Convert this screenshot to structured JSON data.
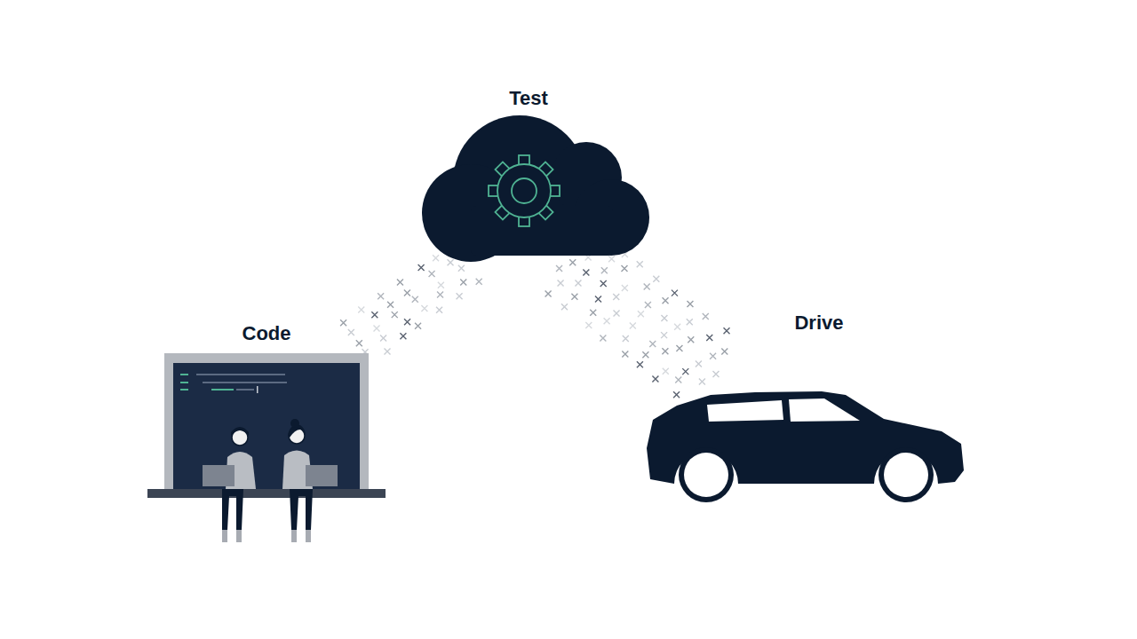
{
  "diagram": {
    "nodes": [
      {
        "text": [
          "Code"
        ]
      },
      {
        "text": [
          "Test"
        ]
      },
      {
        "text": [
          "Drive"
        ]
      }
    ],
    "edges": [
      {
        "from": 0,
        "to": 1,
        "arrow": "none"
      },
      {
        "from": 1,
        "to": 2,
        "arrow": "none"
      }
    ]
  }
}
